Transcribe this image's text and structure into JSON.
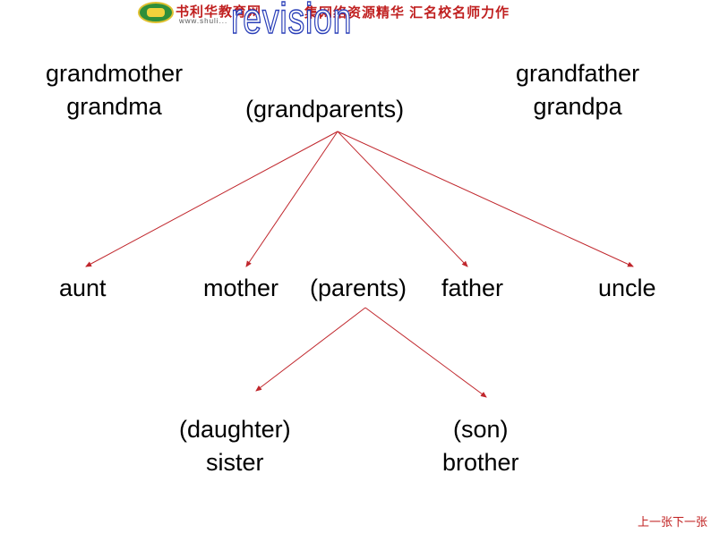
{
  "header": {
    "site_name": "书利华教育网",
    "site_url": "www.shuli...",
    "slogan": "集网络资源精华 汇名校名师力作",
    "title": "revision"
  },
  "family_tree": {
    "grandmother": [
      "grandmother",
      "grandma"
    ],
    "grandfather": [
      "grandfather",
      "grandpa"
    ],
    "grandparents": "(grandparents)",
    "aunt": "aunt",
    "mother": "mother",
    "parents": "(parents)",
    "father": "father",
    "uncle": "uncle",
    "daughter": [
      "(daughter)",
      "sister"
    ],
    "son": [
      "(son)",
      "brother"
    ]
  },
  "colors": {
    "arrow": "#c0262c",
    "title_outline": "#2a3fb8",
    "banner_text": "#c02020"
  },
  "nav": {
    "prev": "上一张",
    "next": "下一张"
  }
}
